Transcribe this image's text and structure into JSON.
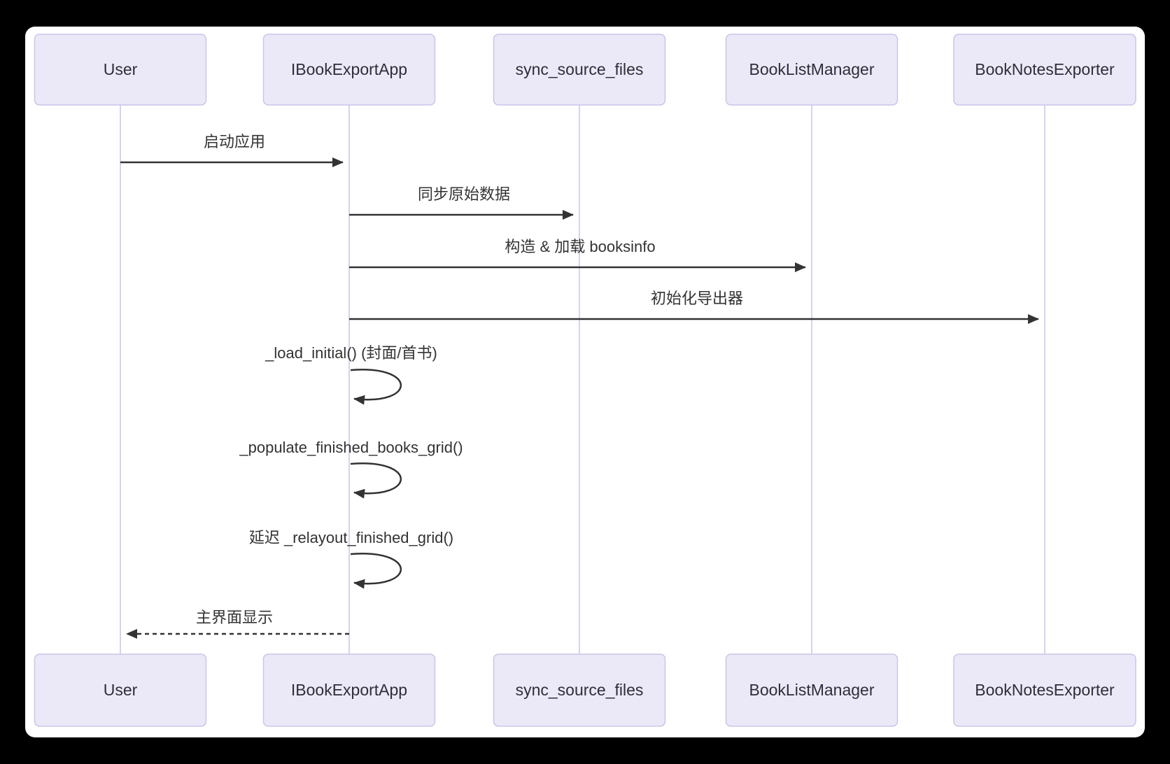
{
  "diagram": {
    "type": "sequence",
    "participants": [
      {
        "id": "user",
        "label": "User"
      },
      {
        "id": "ibookexportapp",
        "label": "IBookExportApp"
      },
      {
        "id": "sync_source_files",
        "label": "sync_source_files"
      },
      {
        "id": "booklistmanager",
        "label": "BookListManager"
      },
      {
        "id": "booknotesexporter",
        "label": "BookNotesExporter"
      }
    ],
    "messages": [
      {
        "from": "User",
        "to": "IBookExportApp",
        "type": "solid",
        "label": "启动应用"
      },
      {
        "from": "IBookExportApp",
        "to": "sync_source_files",
        "type": "solid",
        "label": "同步原始数据"
      },
      {
        "from": "IBookExportApp",
        "to": "BookListManager",
        "type": "solid",
        "label": "构造 & 加载 booksinfo"
      },
      {
        "from": "IBookExportApp",
        "to": "BookNotesExporter",
        "type": "solid",
        "label": "初始化导出器"
      },
      {
        "from": "IBookExportApp",
        "to": "IBookExportApp",
        "type": "self",
        "label": "_load_initial() (封面/首书)"
      },
      {
        "from": "IBookExportApp",
        "to": "IBookExportApp",
        "type": "self",
        "label": "_populate_finished_books_grid()"
      },
      {
        "from": "IBookExportApp",
        "to": "IBookExportApp",
        "type": "self",
        "label": "延迟 _relayout_finished_grid()"
      },
      {
        "from": "IBookExportApp",
        "to": "User",
        "type": "dashed",
        "label": "主界面显示"
      }
    ],
    "colors": {
      "page_background": "#000000",
      "canvas_background": "#ffffff",
      "actor_fill": "#EBE9F8",
      "actor_border": "#CCC4E8",
      "lifeline": "#D8D2EE",
      "arrow": "#333333",
      "text": "#2e2e38"
    }
  }
}
